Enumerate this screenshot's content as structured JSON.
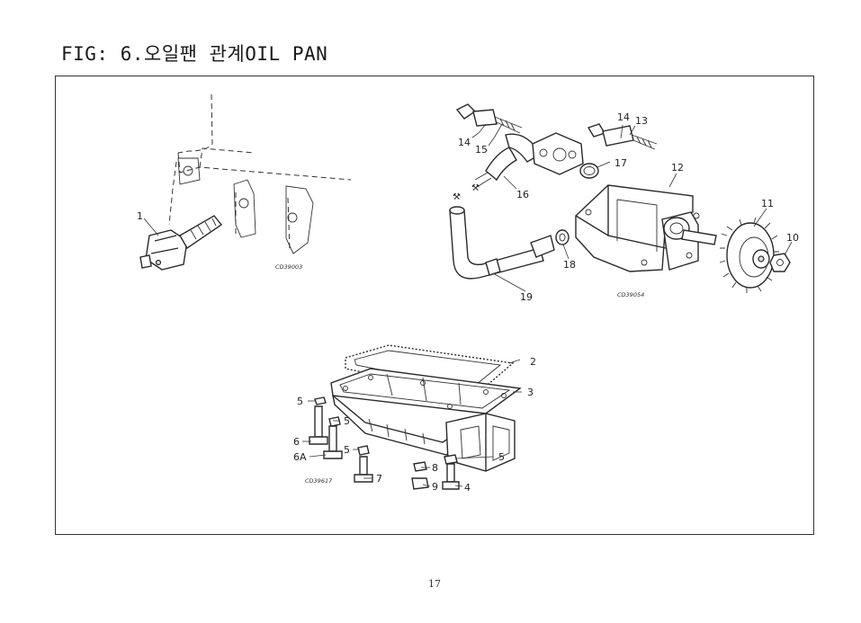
{
  "title": "FIG: 6.오일팬 관계OIL PAN",
  "page_number": "17",
  "views": {
    "sensor": {
      "drawing_code": "CD39003",
      "callouts": [
        "1"
      ]
    },
    "pump": {
      "drawing_code": "CD39054",
      "callouts": [
        "10",
        "11",
        "12",
        "13",
        "14",
        "14",
        "15",
        "16",
        "17",
        "18",
        "19"
      ]
    },
    "pan": {
      "drawing_code": "CD39617",
      "callouts": [
        "2",
        "3",
        "4",
        "5",
        "5",
        "5",
        "5",
        "6",
        "6A",
        "7",
        "8",
        "9"
      ]
    }
  }
}
